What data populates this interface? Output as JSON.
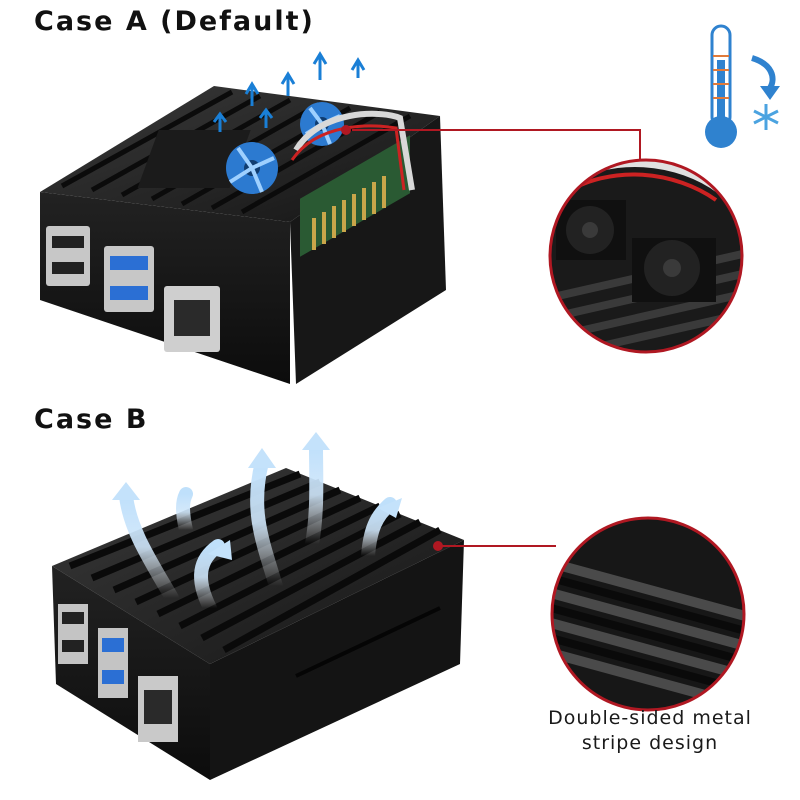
{
  "case_a": {
    "title": "Case A (Default)"
  },
  "case_b": {
    "title": "Case B",
    "caption_lines": [
      "Double-sided metal",
      "stripe design"
    ]
  },
  "colors": {
    "accent_red": "#b01822",
    "case_black": "#1c1c1c",
    "fan_blue": "#2c7ad0",
    "airflow_blue": "#1a7fd6",
    "ice_blue": "#aad4f2"
  },
  "icons": [
    "thermometer-icon",
    "snowflake-icon",
    "cooling-arrow-icon"
  ]
}
